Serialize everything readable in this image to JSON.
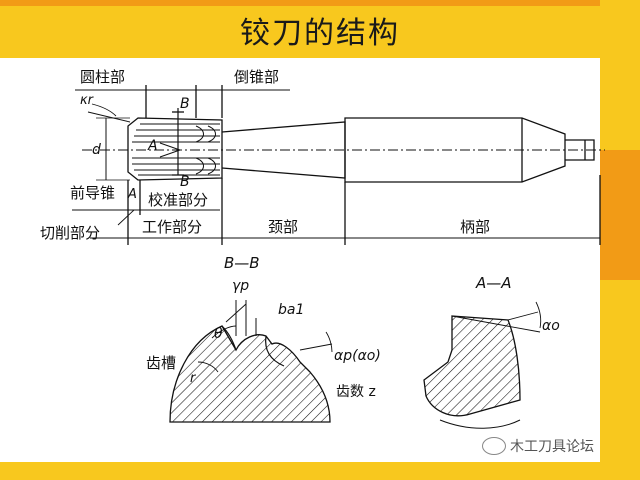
{
  "slide": {
    "title": "铰刀的结构",
    "colors": {
      "accent_yellow": "#f8c81e",
      "accent_orange": "#f29b16",
      "line": "#111111"
    }
  },
  "side_view": {
    "labels": {
      "cylinder": "圆柱部",
      "back_taper": "倒锥部",
      "kr": "κr",
      "d": "d",
      "section_b_top": "B",
      "section_b_bottom": "B",
      "section_a": "A",
      "section_a2": "A",
      "front_taper": "前导锥",
      "calibrating": "校准部分",
      "cutting": "切削部分",
      "working": "工作部分",
      "neck": "颈部",
      "shank": "柄部"
    }
  },
  "section_bb": {
    "labels": {
      "title": "B—B",
      "gamma_p": "γp",
      "b_a1": "ba1",
      "theta": "θ",
      "alpha_p": "αp(αo)",
      "flute": "齿槽",
      "r": "r",
      "teeth": "齿数 z"
    }
  },
  "section_aa": {
    "labels": {
      "title": "A—A",
      "alpha_o": "αo"
    }
  },
  "watermark": {
    "text": "木工刀具论坛",
    "icon": "wechat-icon"
  }
}
